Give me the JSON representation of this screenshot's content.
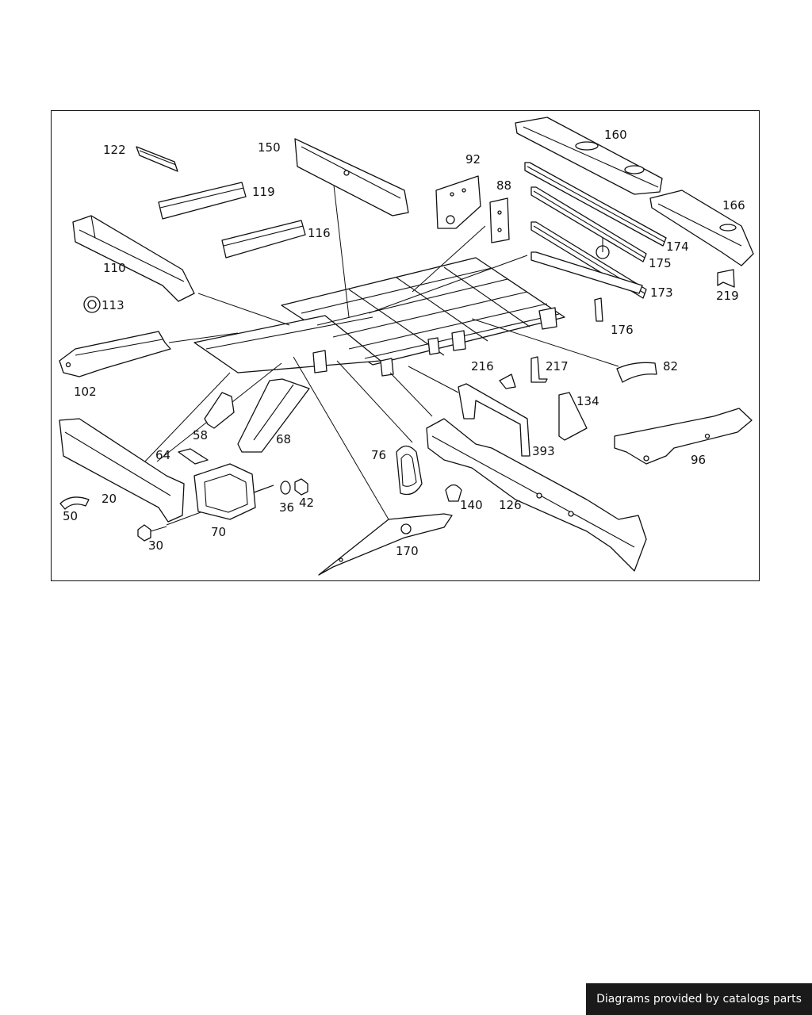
{
  "diagram": {
    "callouts": {
      "c20": "20",
      "c30": "30",
      "c36": "36",
      "c42": "42",
      "c50": "50",
      "c58": "58",
      "c64": "64",
      "c68": "68",
      "c70": "70",
      "c76": "76",
      "c82": "82",
      "c88": "88",
      "c92": "92",
      "c96": "96",
      "c102": "102",
      "c110": "110",
      "c113": "113",
      "c116": "116",
      "c119": "119",
      "c122": "122",
      "c126": "126",
      "c134": "134",
      "c140": "140",
      "c150": "150",
      "c160": "160",
      "c166": "166",
      "c170": "170",
      "c173": "173",
      "c174": "174",
      "c175": "175",
      "c176": "176",
      "c216": "216",
      "c217": "217",
      "c219": "219",
      "c393": "393"
    }
  },
  "footer": {
    "credit": "Diagrams provided by catalogs parts"
  }
}
